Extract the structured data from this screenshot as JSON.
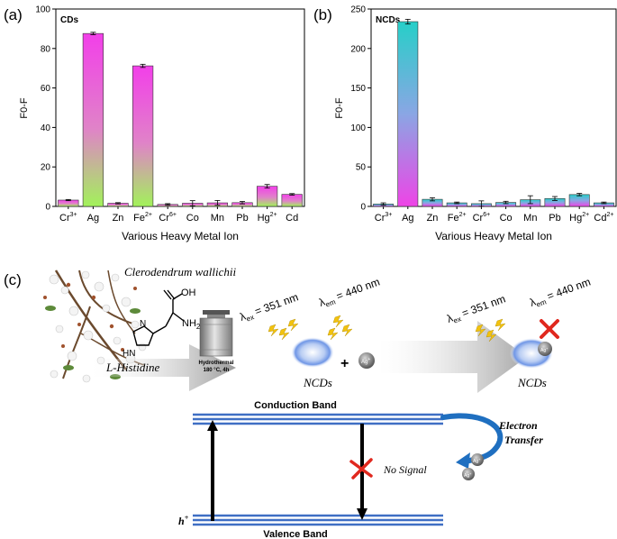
{
  "panel_labels": {
    "a": "(a)",
    "b": "(b)",
    "c": "(c)"
  },
  "chart_data": [
    {
      "type": "bar",
      "title": "CDs",
      "xlabel": "Various Heavy Metal Ion",
      "ylabel": "F0-F",
      "ylim": [
        0,
        100
      ],
      "yticks": [
        0,
        20,
        40,
        60,
        80,
        100
      ],
      "categories": [
        "Cr",
        "Ag",
        "Zn",
        "Fe",
        "Cr",
        "Co",
        "Mn",
        "Pb",
        "Hg",
        "Cd"
      ],
      "category_sup": [
        "3+",
        "",
        "",
        "2+",
        "6+",
        "",
        "",
        "",
        "2+",
        ""
      ],
      "values": [
        3.2,
        87.6,
        1.6,
        71.2,
        1.0,
        1.6,
        1.8,
        1.9,
        10.2,
        6.1
      ],
      "errors": [
        0.3,
        0.6,
        0.3,
        0.8,
        0.4,
        1.3,
        1.2,
        0.6,
        0.9,
        0.4
      ],
      "gradient_top": "#f23fe9",
      "gradient_bottom": "#a2f25a",
      "grid": false
    },
    {
      "type": "bar",
      "title": "NCDs",
      "xlabel": "Various Heavy Metal Ion",
      "ylabel": "F0-F",
      "ylim": [
        0,
        250
      ],
      "yticks": [
        0,
        50,
        100,
        150,
        200,
        250
      ],
      "categories": [
        "Cr",
        "Ag",
        "Zn",
        "Fe",
        "Cr",
        "Co",
        "Mn",
        "Pb",
        "Hg",
        "Cd"
      ],
      "category_sup": [
        "3+",
        "",
        "",
        "2+",
        "6+",
        "",
        "",
        "",
        "2+",
        "2+"
      ],
      "values": [
        3.0,
        234.0,
        9.0,
        4.5,
        3.5,
        5.0,
        8.5,
        10.0,
        15.0,
        4.5
      ],
      "errors": [
        1.5,
        3.0,
        2.0,
        1.0,
        3.5,
        1.5,
        5.0,
        2.5,
        1.5,
        1.0
      ],
      "gradient_top": "#26cfc8",
      "gradient_bottom": "#ee44e6",
      "grid": false
    }
  ],
  "scheme": {
    "plant_name": "Clerodendrum wallichii",
    "histidine_label": "L-Histidine",
    "oh_label": "OH",
    "nh2_label": "NH",
    "nh2_sub": "2",
    "hn_label": "HN",
    "n_label": "N",
    "reactor_label": "Hydrothermal",
    "reactor_condition": "180 °C, 4h",
    "lambda": "λ",
    "ex_sub": "ex",
    "em_sub": "em",
    "ex_value": " = 351 nm",
    "em_value": " = 440 nm",
    "ncds_label": "NCDs",
    "plus": "+",
    "ag_ion": "Ag",
    "ag_sup": "+",
    "conduction_band": "Conduction Band",
    "valence_band": "Valence Band",
    "electron_transfer_1": "Electron",
    "electron_transfer_2": "Transfer",
    "no_signal": "No Signal",
    "hole": "h",
    "hole_sup": "+",
    "band_color": "#3f6fc4",
    "arrow_color": "#1f6fc0"
  }
}
